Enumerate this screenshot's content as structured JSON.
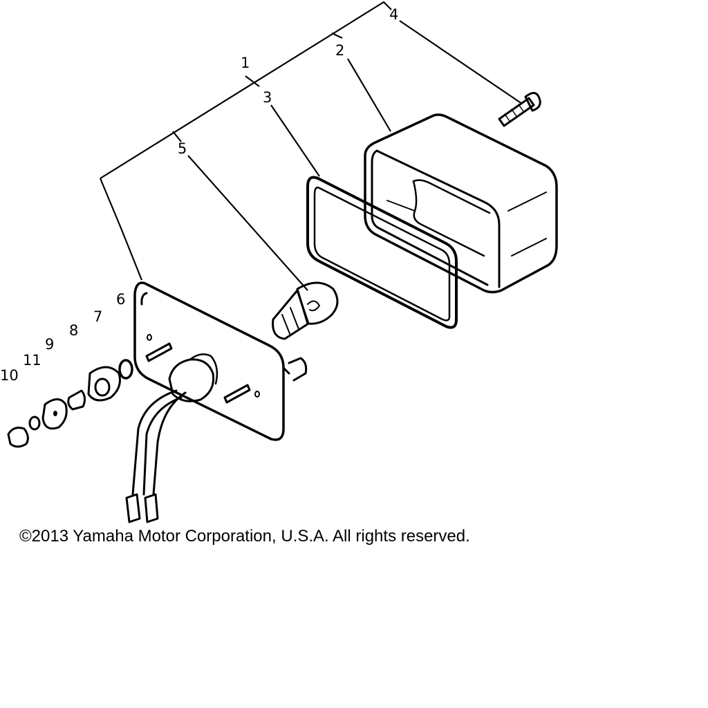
{
  "diagram": {
    "callouts": [
      "1",
      "2",
      "3",
      "4",
      "5",
      "6",
      "7",
      "8",
      "9",
      "10",
      "11"
    ]
  },
  "copyright": "©2013 Yamaha Motor Corporation, U.S.A. All rights reserved.",
  "colors": {
    "ink": "#000000",
    "background": "#ffffff"
  }
}
